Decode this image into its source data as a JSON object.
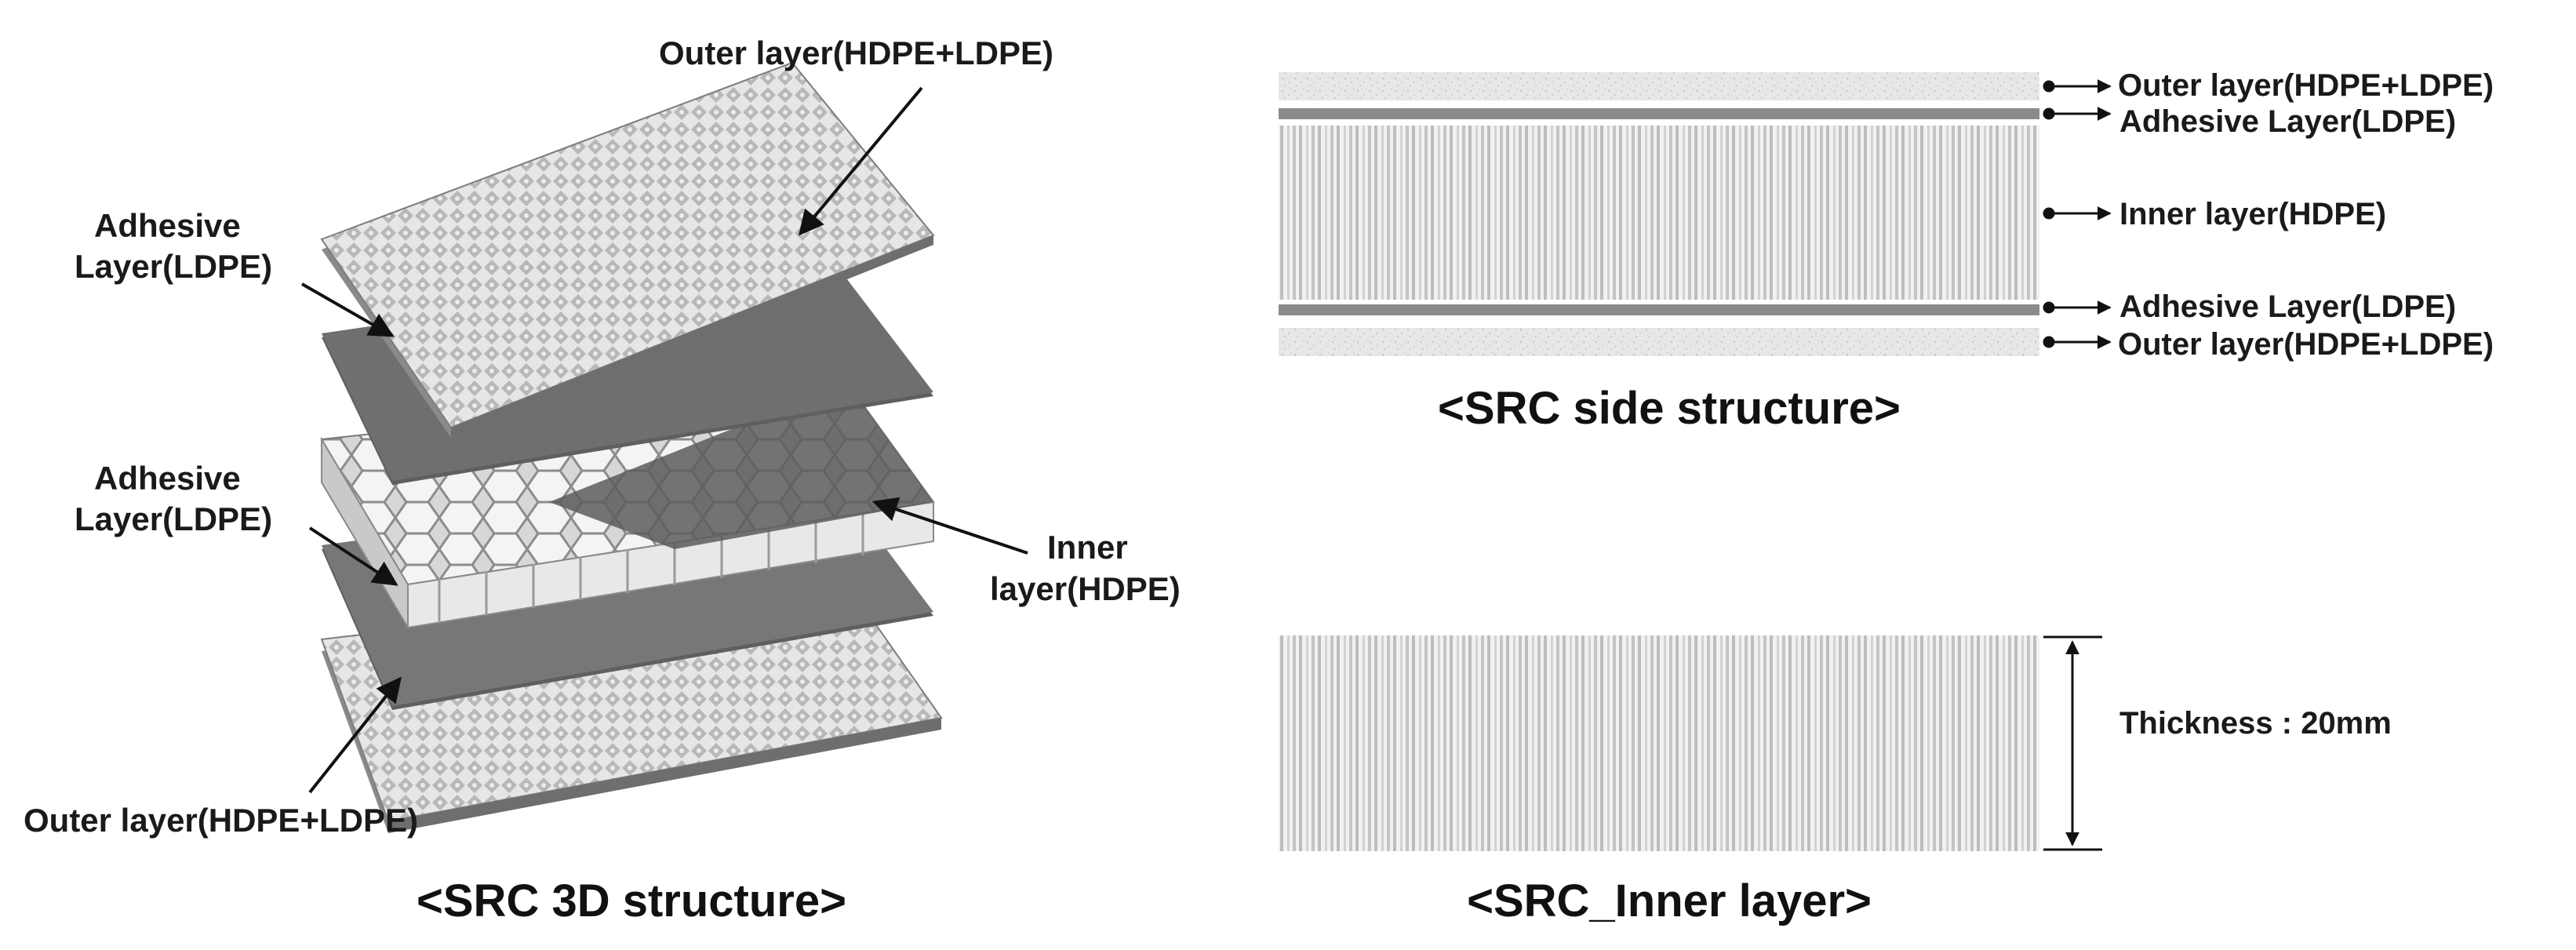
{
  "panel_3d": {
    "caption": "<SRC 3D structure>",
    "labels": {
      "outer_top": "Outer layer(HDPE+LDPE)",
      "adhesive_top_line1": "Adhesive",
      "adhesive_top_line2": "Layer(LDPE)",
      "adhesive_bottom_line1": "Adhesive",
      "adhesive_bottom_line2": "Layer(LDPE)",
      "inner_line1": "Inner",
      "inner_line2": "layer(HDPE)",
      "outer_bottom": "Outer layer(HDPE+LDPE)"
    }
  },
  "panel_side": {
    "caption": "<SRC side structure>",
    "layers": [
      "Outer layer(HDPE+LDPE)",
      "Adhesive Layer(LDPE)",
      "Inner layer(HDPE)",
      "Adhesive Layer(LDPE)",
      "Outer layer(HDPE+LDPE)"
    ]
  },
  "panel_inner": {
    "caption": "<SRC_Inner layer>",
    "thickness_label": "Thickness : 20mm"
  },
  "colors": {
    "text": "#1a1a1a",
    "adhesive": "#8a8a8a",
    "sheet_dark": "#6f6f6f",
    "outer_texture": "#dcdcdc",
    "stripe_light": "#f2f2f2",
    "stripe_dark": "#bdbdbd"
  }
}
